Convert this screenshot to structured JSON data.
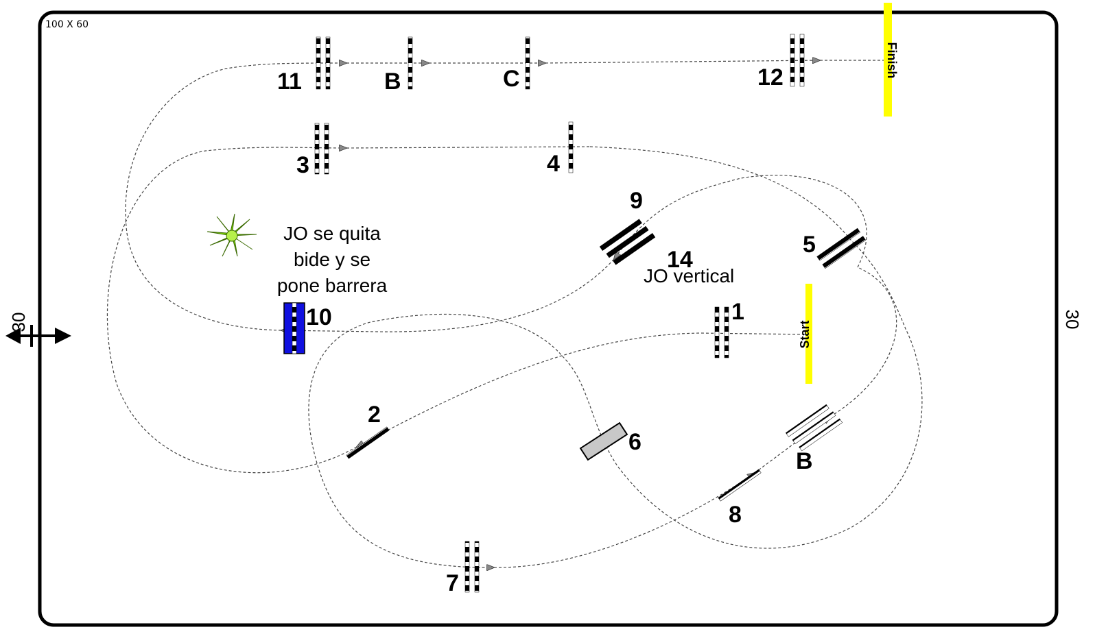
{
  "arena": {
    "size_label": "100 X 60",
    "side_left": "30",
    "side_right": "30"
  },
  "jumps": {
    "j1": "1",
    "j2": "2",
    "j3": "3",
    "j4": "4",
    "j5": "5",
    "j6": "6",
    "j7": "7",
    "j8": "8",
    "j9": "9",
    "j10": "10",
    "j11": "11",
    "j12": "12",
    "j14": "14",
    "b_top": "B",
    "c_top": "C",
    "b_right": "B"
  },
  "lines": {
    "start": "Start",
    "finish": "Finish"
  },
  "notes": {
    "jo_line1": "JO se quita",
    "jo_line2": "bide y se",
    "jo_line3": "pone barrera",
    "jo_vertical": "JO vertical"
  },
  "colors": {
    "line_yellow": "#ffff00",
    "water_blue": "#1010e0",
    "plant_green": "#7dd800"
  }
}
